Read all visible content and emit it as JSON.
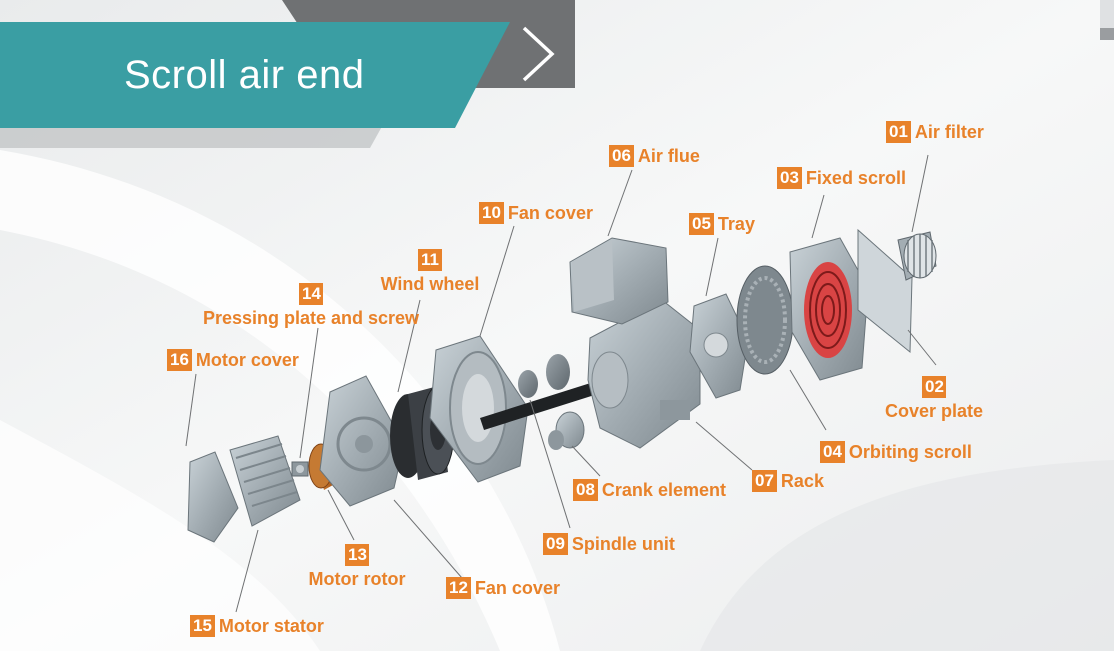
{
  "title": "Scroll air end",
  "colors": {
    "teal": "#3a9ea3",
    "dark_gray": "#6f7173",
    "light_gray": "#bfc1c3",
    "accent_orange": "#e8822a",
    "part_gray": "#9aa6ad",
    "copper": "#c0702a",
    "red_scroll": "#c23030"
  },
  "icons": {
    "next": "chevron-right-icon"
  },
  "parts": [
    {
      "number": "01",
      "label": "Air filter"
    },
    {
      "number": "02",
      "label": "Cover plate"
    },
    {
      "number": "03",
      "label": "Fixed scroll"
    },
    {
      "number": "04",
      "label": "Orbiting scroll"
    },
    {
      "number": "05",
      "label": "Tray"
    },
    {
      "number": "06",
      "label": "Air flue"
    },
    {
      "number": "07",
      "label": "Rack"
    },
    {
      "number": "08",
      "label": "Crank element"
    },
    {
      "number": "09",
      "label": "Spindle unit"
    },
    {
      "number": "10",
      "label": "Fan cover"
    },
    {
      "number": "11",
      "label": "Wind wheel"
    },
    {
      "number": "12",
      "label": "Fan cover"
    },
    {
      "number": "13",
      "label": "Motor rotor"
    },
    {
      "number": "14",
      "label": "Pressing plate and screw"
    },
    {
      "number": "15",
      "label": "Motor stator"
    },
    {
      "number": "16",
      "label": "Motor cover"
    }
  ]
}
